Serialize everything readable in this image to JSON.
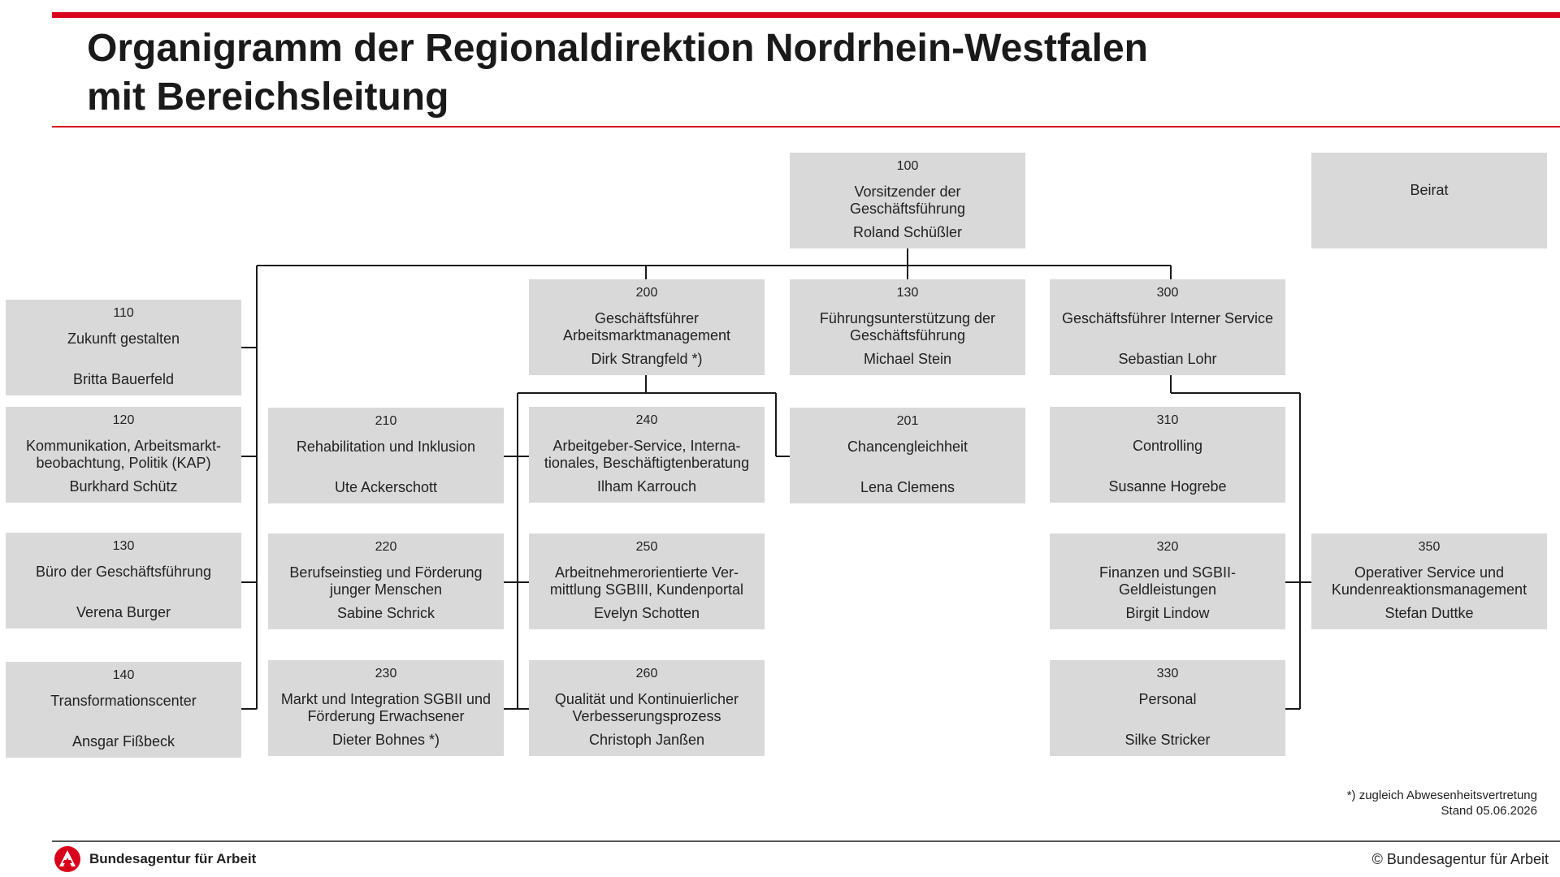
{
  "header": {
    "title_line1": "Organigramm der Regionaldirektion Nordrhein-Westfalen",
    "title_line2": "mit Bereichsleitung"
  },
  "colors": {
    "accent": "#d9001b",
    "box": "#d9d9d9",
    "line": "#1a1a1a"
  },
  "units": {
    "u100": {
      "code": "100",
      "name": "Vorsitzender der Geschäftsführung",
      "person": "Roland Schüßler"
    },
    "beirat": {
      "code": "",
      "name": "Beirat",
      "person": ""
    },
    "u110": {
      "code": "110",
      "name": "Zukunft gestalten",
      "person": "Britta Bauerfeld"
    },
    "u120": {
      "code": "120",
      "name": "Kommunikation, Arbeitsmarkt-beobachtung, Politik (KAP)",
      "person": "Burkhard Schütz"
    },
    "u130a": {
      "code": "130",
      "name": "Büro der Geschäftsführung",
      "person": "Verena Burger"
    },
    "u140": {
      "code": "140",
      "name": "Transformationscenter",
      "person": "Ansgar Fißbeck"
    },
    "u200": {
      "code": "200",
      "name": "Geschäftsführer Arbeitsmarktmanagement",
      "person": "Dirk Strangfeld *)"
    },
    "u130b": {
      "code": "130",
      "name": "Führungsunterstützung der Geschäftsführung",
      "person": "Michael Stein"
    },
    "u300": {
      "code": "300",
      "name": "Geschäftsführer Interner Service",
      "person": "Sebastian Lohr"
    },
    "u210": {
      "code": "210",
      "name": "Rehabilitation und Inklusion",
      "person": "Ute Ackerschott"
    },
    "u220": {
      "code": "220",
      "name": "Berufseinstieg und Förderung junger Menschen",
      "person": "Sabine Schrick"
    },
    "u230": {
      "code": "230",
      "name": "Markt und Integration SGBII und Förderung Erwachsener",
      "person": "Dieter Bohnes *)"
    },
    "u240": {
      "code": "240",
      "name": "Arbeitgeber-Service, Interna-tionales, Beschäftigtenberatung",
      "person": "Ilham Karrouch"
    },
    "u250": {
      "code": "250",
      "name": "Arbeitnehmerorientierte Ver-mittlung SGBIII, Kundenportal",
      "person": "Evelyn Schotten"
    },
    "u260": {
      "code": "260",
      "name": "Qualität und Kontinuierlicher Verbesserungsprozess",
      "person": "Christoph Janßen"
    },
    "u201": {
      "code": "201",
      "name": "Chancengleichheit",
      "person": "Lena Clemens"
    },
    "u310": {
      "code": "310",
      "name": "Controlling",
      "person": "Susanne Hogrebe"
    },
    "u320": {
      "code": "320",
      "name": "Finanzen und SGBII-Geldleistungen",
      "person": "Birgit Lindow"
    },
    "u330": {
      "code": "330",
      "name": "Personal",
      "person": "Silke Stricker"
    },
    "u350": {
      "code": "350",
      "name": "Operativer Service und Kundenreaktionsmanagement",
      "person": "Stefan Duttke"
    }
  },
  "footnote": {
    "line1": "*) zugleich Abwesenheitsvertretung",
    "line2": "Stand 05.06.2026"
  },
  "footer": {
    "logo_text": "Bundesagentur für Arbeit",
    "copyright": "© Bundesagentur für Arbeit"
  }
}
